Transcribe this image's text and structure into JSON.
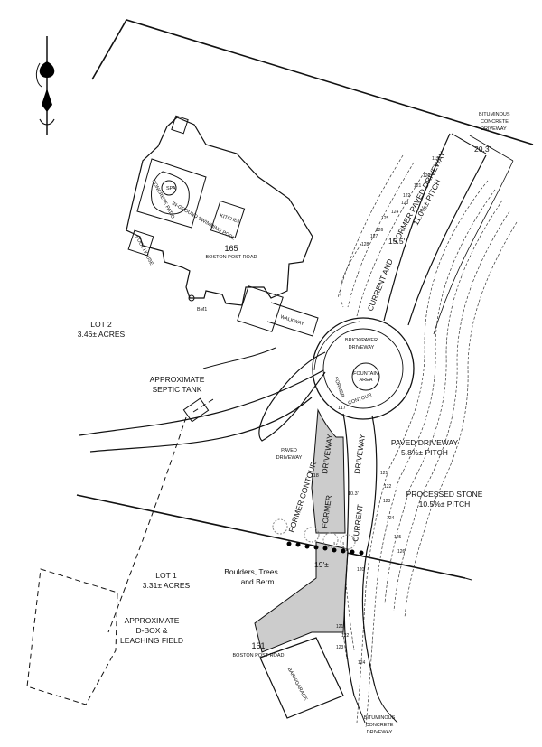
{
  "lots": {
    "lot2": {
      "name": "LOT 2",
      "area": "3.46± ACRES"
    },
    "lot1": {
      "name": "LOT 1",
      "area": "3.31± ACRES"
    }
  },
  "houses": {
    "h165": {
      "number": "165",
      "street": "BOSTON POST ROAD"
    },
    "h161": {
      "number": "161",
      "street": "BOSTON POST ROAD"
    }
  },
  "house_features": {
    "pool": "IN-GROUND SWIMMING POOL",
    "patio": "CONCRETE PATIO",
    "spa": "SPA",
    "pool_house": "POOL HOUSE",
    "kitchen": "KITCHEN",
    "walkway": "WALKWAY",
    "bm": "BM1"
  },
  "labels": {
    "septic": [
      "APPROXIMATE",
      "SEPTIC TANK"
    ],
    "dbox": [
      "APPROXIMATE",
      "D-BOX &",
      "LEACHING FIELD"
    ],
    "boulders": [
      "Boulders, Trees",
      "and Berm"
    ],
    "bituminous_top": [
      "BITUMINOUS",
      "CONCRETE",
      "DRIVEWAY"
    ],
    "bituminous_bottom": [
      "BITUMINOUS",
      "CONCRETE",
      "DRIVEWAY"
    ],
    "paved_driveway": [
      "PAVED",
      "DRIVEWAY"
    ],
    "paved_pitch": [
      "PAVED DRIVEWAY",
      "5.8%± PITCH"
    ],
    "processed_stone": [
      "PROCESSED STONE",
      "10.5%± PITCH"
    ],
    "former_paved": "FORMER PAVED DRIVEWAY",
    "former_paved_pitch": "11.0%± PITCH",
    "current_and": "CURRENT AND",
    "brick_paver": [
      "BRICK/PAVER",
      "DRIVEWAY"
    ],
    "fountain": [
      "FOUNTAIN",
      "AREA"
    ],
    "former_contour_circle": "FORMER",
    "contour_circle": "CONTOUR",
    "elev_117": "117",
    "former_contour_bottom": "FORMER CONTOUR",
    "elev_118": "118",
    "driveway_former": "DRIVEWAY",
    "former_word": "FORMER",
    "driveway_current": "DRIVEWAY",
    "current_word": "CURRENT",
    "barn": "BARN/GARAGE"
  },
  "dimensions": {
    "d203": "20.3'",
    "d155": "15.5'",
    "d103": "10.3'",
    "d19": "19'±"
  },
  "contour_labels": [
    "119",
    "120",
    "121",
    "122",
    "123",
    "124",
    "125",
    "126",
    "127",
    "128",
    "121",
    "122",
    "123",
    "124",
    "125",
    "126",
    "120",
    "121",
    "122",
    "123",
    "124"
  ],
  "icons": {
    "north_arrow": "north-arrow-icon",
    "tree": "tree-icon"
  }
}
